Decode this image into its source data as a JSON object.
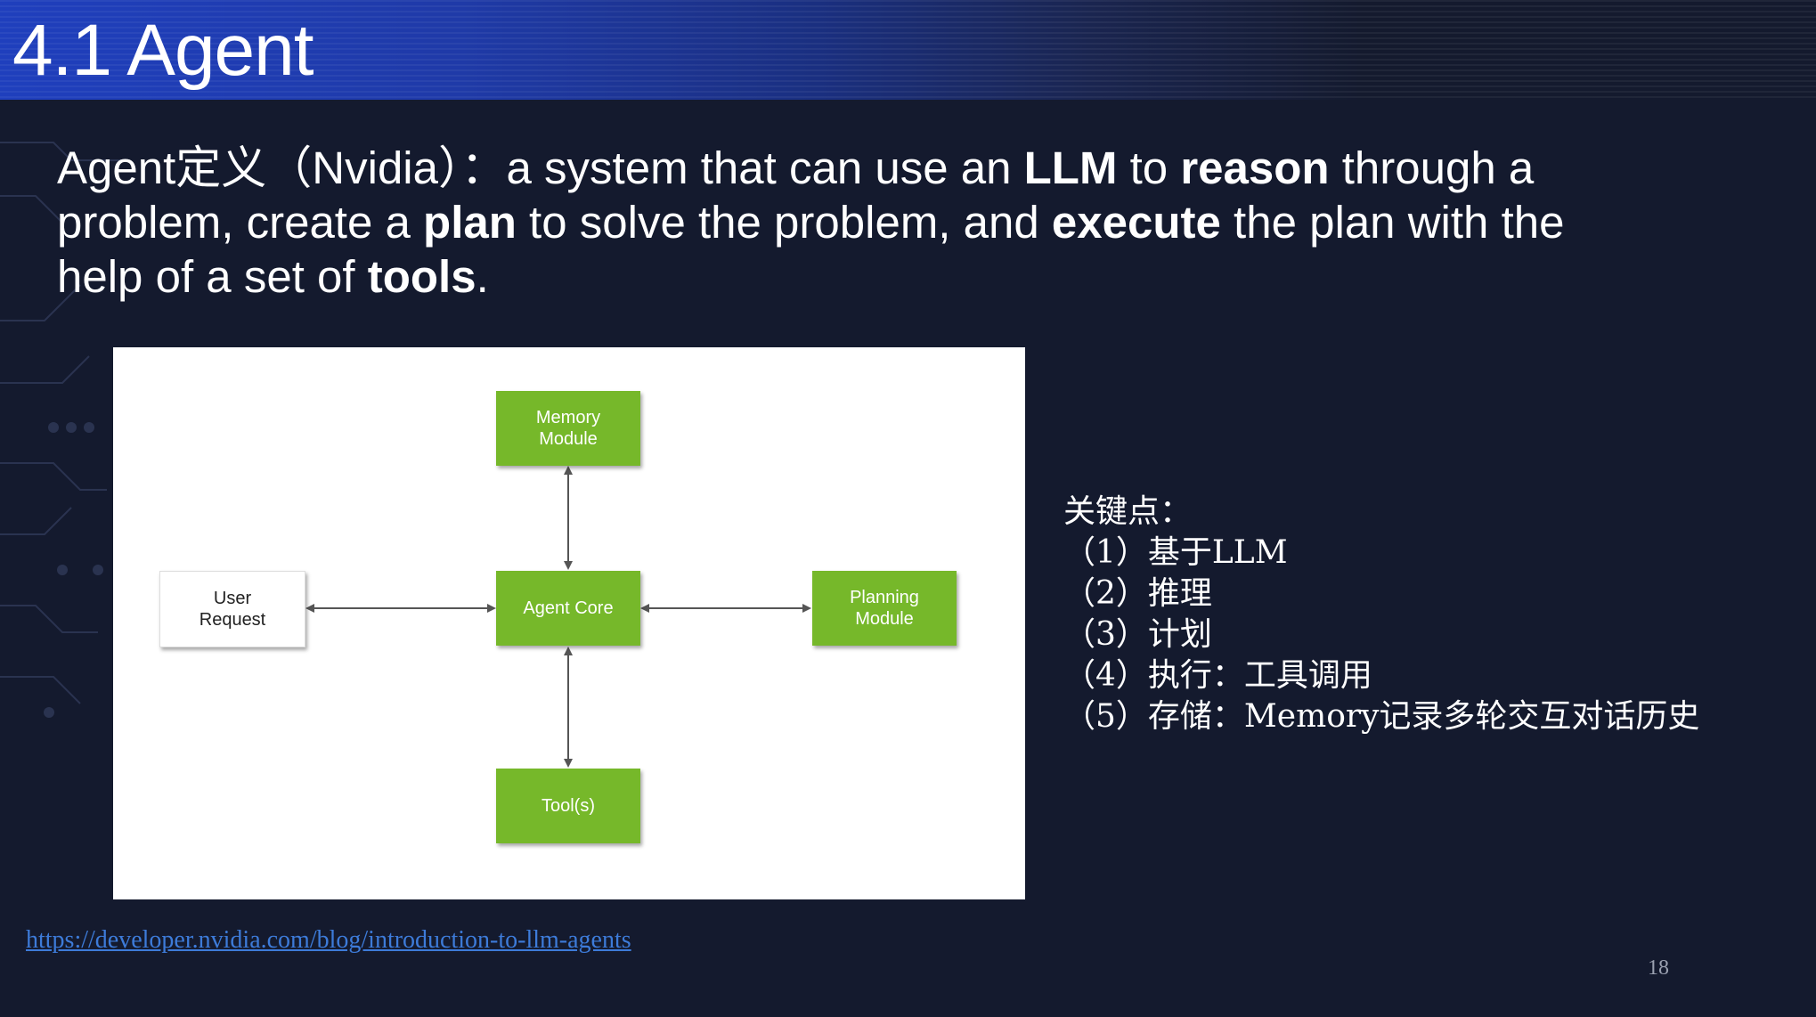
{
  "title": "4.1 Agent",
  "definition": {
    "seg1": "Agent定义（Nvidia）：a system that can use an ",
    "bold_llm": "LLM",
    "seg2": " to ",
    "bold_reason": "reason",
    "seg3": " through a problem, create a ",
    "bold_plan": "plan",
    "seg4": " to solve the problem, and ",
    "bold_execute": "execute",
    "seg5": " the plan with the help of a set of ",
    "bold_tools": "tools",
    "seg6": "."
  },
  "diagram": {
    "nodes": {
      "memory": "Memory\nModule",
      "user": "User\nRequest",
      "core": "Agent Core",
      "planning": "Planning\nModule",
      "tools": "Tool(s)"
    },
    "colors": {
      "node_green": "#76b82a",
      "arrow": "#555555"
    }
  },
  "keypoints": {
    "heading": "关键点：",
    "items": [
      "（1）基于LLM",
      "（2）推理",
      "（3）计划",
      "（4）执行：工具调用",
      "（5）存储：Memory记录多轮交互对话历史"
    ]
  },
  "source_link": "https://developer.nvidia.com/blog/introduction-to-llm-agents",
  "page_number": "18"
}
